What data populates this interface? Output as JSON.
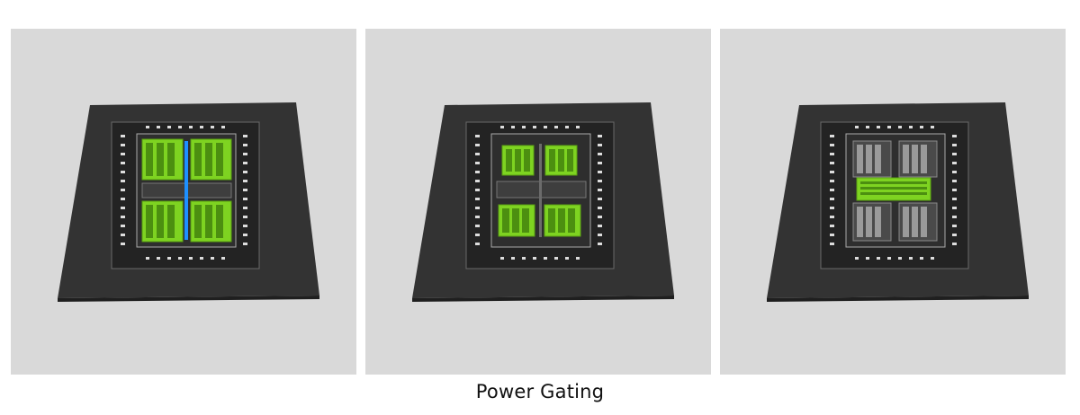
{
  "caption": "Power Gating",
  "colors": {
    "background": "#ffffff",
    "panel": "#d9d9d9",
    "substrate": "#333333",
    "die": "#222222",
    "gpc_active": "#7ed321",
    "nvlink_active": "#1e90ff",
    "inactive_block": "#8a8a8a"
  },
  "panels": [
    {
      "name": "gpc-and-interconnect-gating",
      "highlight": "gpcs-and-center-link"
    },
    {
      "name": "four-quadrant-gating",
      "highlight": "four-quadrants"
    },
    {
      "name": "center-band-gating",
      "highlight": "center-band"
    }
  ]
}
